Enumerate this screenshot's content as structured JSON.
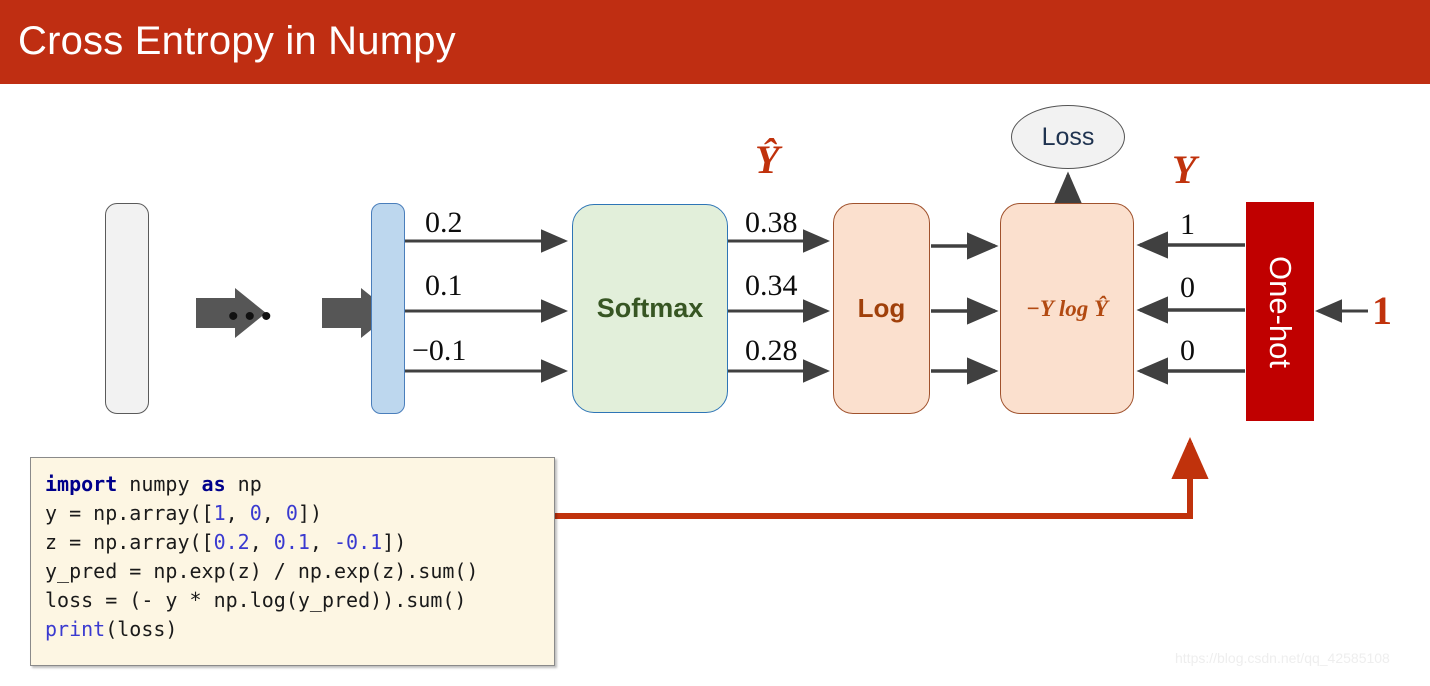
{
  "header": {
    "title": "Cross Entropy in Numpy",
    "bar_color": "#bf2e12"
  },
  "diagram": {
    "input_box": {
      "name": "input-vector",
      "fill": "#f2f2f2"
    },
    "logits_box": {
      "name": "logits-vector",
      "fill": "#bdd7ee"
    },
    "ellipsis": "•••",
    "softmax": {
      "label": "Softmax",
      "fill": "#e2efda",
      "text_color": "#375623"
    },
    "log": {
      "label": "Log",
      "fill": "#fbe0ce",
      "text_color": "#a0400a"
    },
    "loss_formula": {
      "label": "−Y log Ŷ",
      "fill": "#fbe0ce",
      "text_color": "#b24a12"
    },
    "loss_node": {
      "label": "Loss",
      "fill": "#f2f2f2",
      "text_color": "#1f3350"
    },
    "onehot": {
      "label": "One-hot",
      "fill": "#c00000",
      "text_color": "#ffffff"
    },
    "y_hat_label": "Ŷ",
    "y_label": "Y",
    "logits_values": [
      "0.2",
      "0.1",
      "−0.1"
    ],
    "softmax_values": [
      "0.38",
      "0.34",
      "0.28"
    ],
    "onehot_values": [
      "1",
      "0",
      "0"
    ],
    "class_index": "1",
    "accent_red": "#c0320c",
    "arrow_gray": "#404040"
  },
  "code": {
    "lines": [
      [
        {
          "t": "import",
          "c": "k"
        },
        {
          "t": " numpy ",
          "c": ""
        },
        {
          "t": "as",
          "c": "k"
        },
        {
          "t": " np",
          "c": ""
        }
      ],
      [
        {
          "t": "y = np.array([",
          "c": ""
        },
        {
          "t": "1",
          "c": "num"
        },
        {
          "t": ", ",
          "c": ""
        },
        {
          "t": "0",
          "c": "num"
        },
        {
          "t": ", ",
          "c": ""
        },
        {
          "t": "0",
          "c": "num"
        },
        {
          "t": "])",
          "c": ""
        }
      ],
      [
        {
          "t": "z = np.array([",
          "c": ""
        },
        {
          "t": "0.2",
          "c": "num"
        },
        {
          "t": ", ",
          "c": ""
        },
        {
          "t": "0.1",
          "c": "num"
        },
        {
          "t": ", ",
          "c": ""
        },
        {
          "t": "-0.1",
          "c": "num"
        },
        {
          "t": "])",
          "c": ""
        }
      ],
      [
        {
          "t": "y_pred = np.exp(z) / np.exp(z).sum()",
          "c": ""
        }
      ],
      [
        {
          "t": "loss = (- y * np.log(y_pred)).sum()",
          "c": ""
        }
      ],
      [
        {
          "t": "print",
          "c": "fn"
        },
        {
          "t": "(loss)",
          "c": ""
        }
      ]
    ]
  },
  "watermark": {
    "text": "https://blog.csdn.net/qq_42585108"
  }
}
